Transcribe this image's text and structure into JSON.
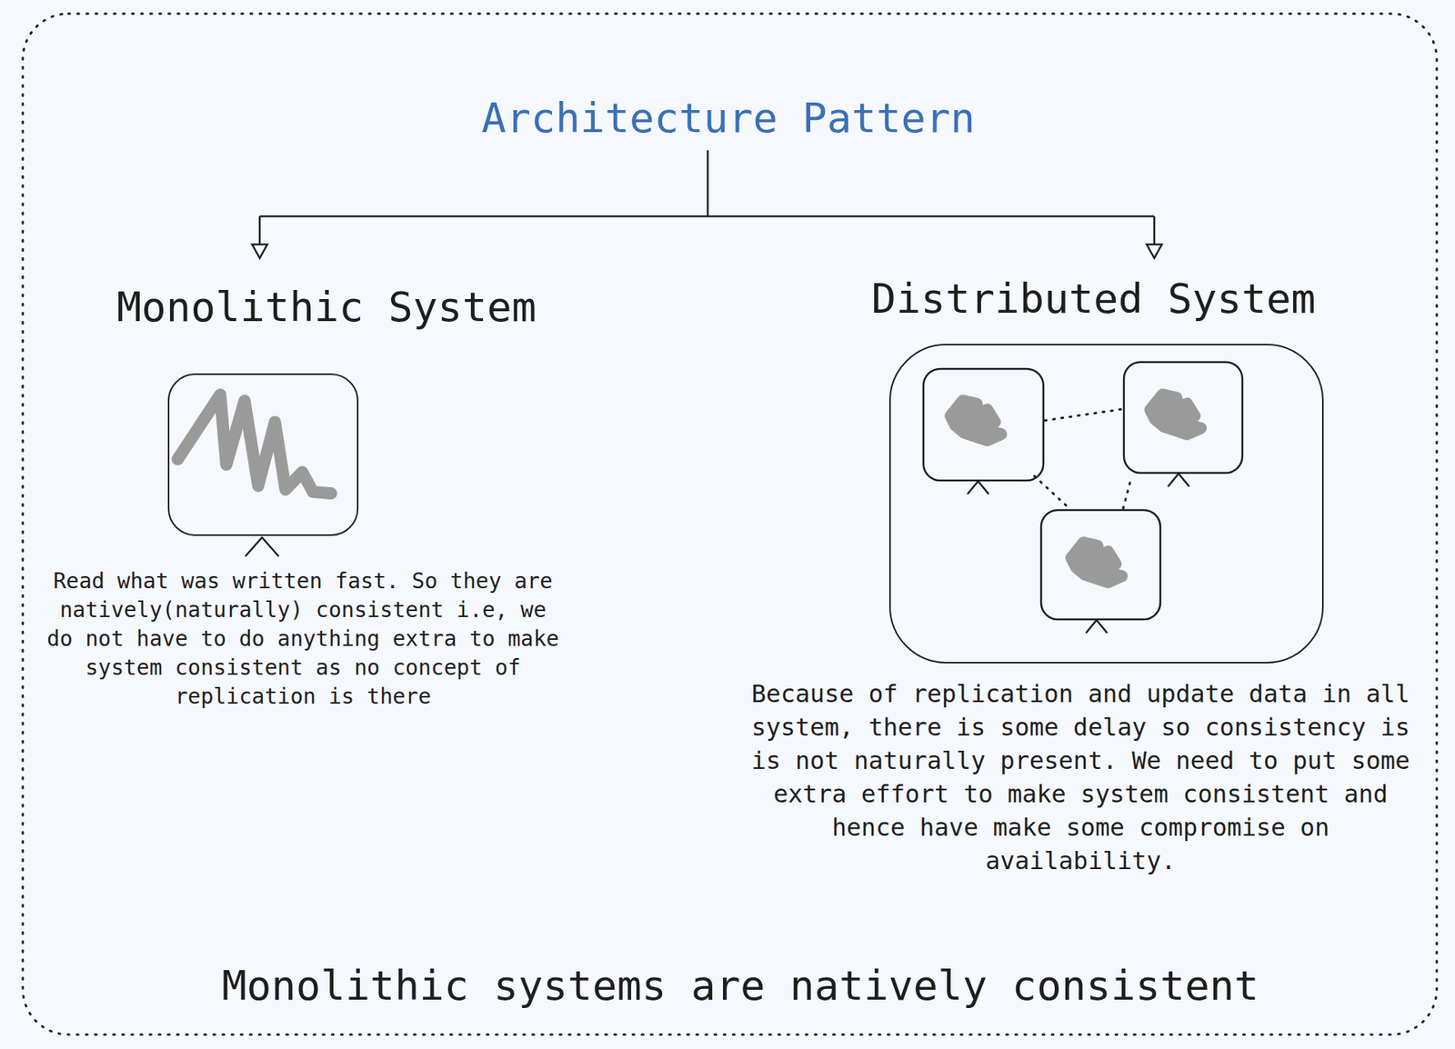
{
  "diagram": {
    "title": "Architecture Pattern",
    "caption": "Monolithic systems are natively consistent",
    "nodes": [
      {
        "text": [
          "Monolithic System",
          "Read what was written fast. So they are natively(naturally) consistent i.e, we do not have to do anything extra to make system consistent as no concept of replication is there"
        ]
      },
      {
        "text": [
          "Distributed System",
          "Because of replication and update data in all system, there is some delay so consistency is is not naturally present. We need to put some extra effort to make system consistent and hence have make some compromise on availability."
        ]
      }
    ]
  }
}
